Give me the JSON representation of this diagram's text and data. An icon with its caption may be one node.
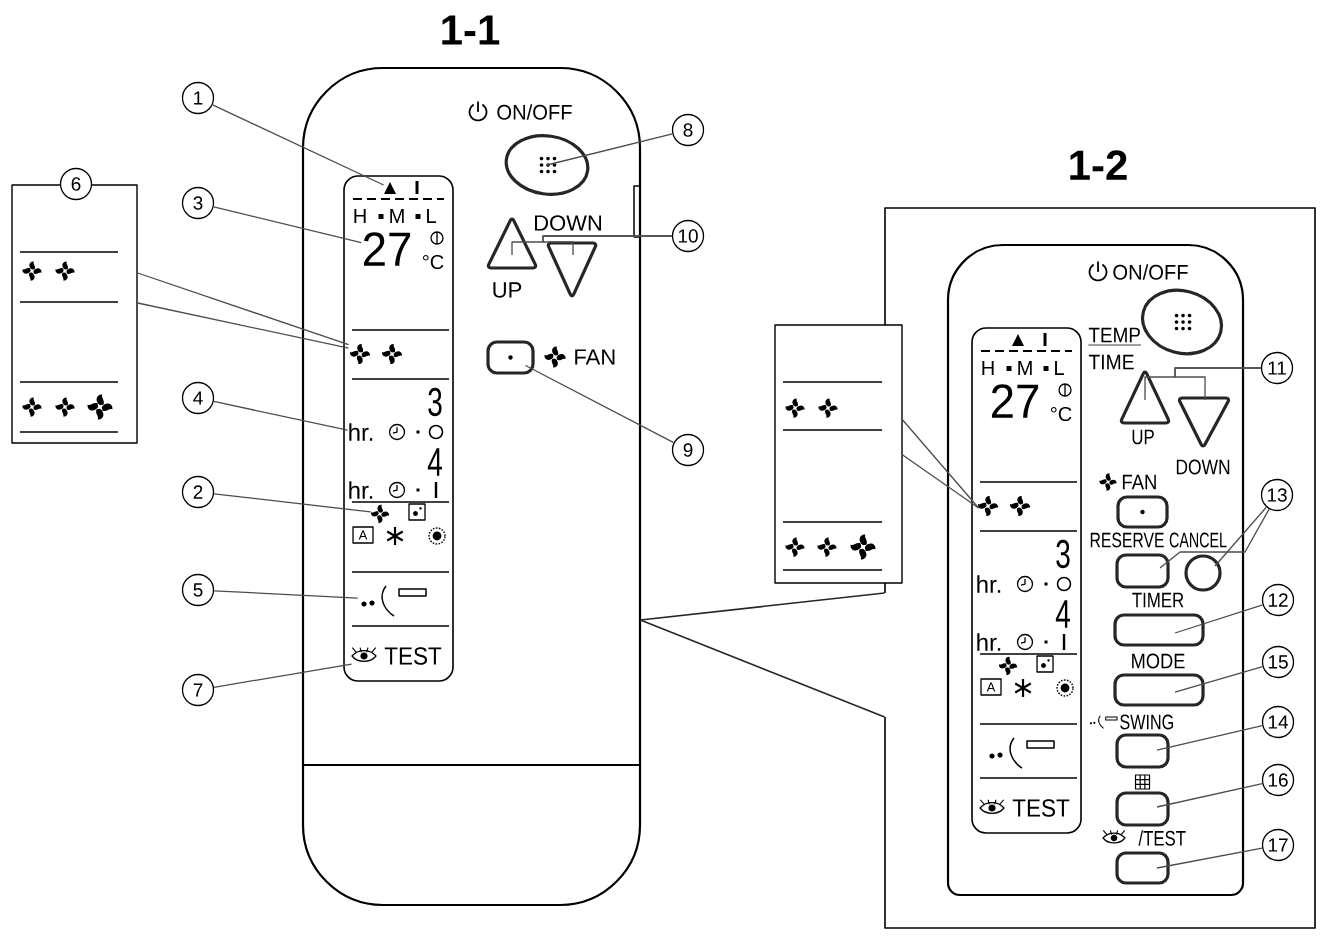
{
  "diagram": {
    "nodes": [
      {
        "text": [],
        "shape": "box"
      },
      {
        "text": [
          "6"
        ]
      },
      {
        "text": [
          "1"
        ]
      },
      {
        "text": [
          "3"
        ]
      },
      {
        "text": [
          "4"
        ]
      },
      {
        "text": [
          "2"
        ]
      },
      {
        "text": [
          "5"
        ]
      },
      {
        "text": [
          "7"
        ]
      },
      {
        "text": [],
        "shape": "box"
      },
      {
        "text": [
          "H",
          "M",
          "L",
          "A"
        ],
        "in": 8
      },
      {
        "text": [],
        "shape": "triangle",
        "in": 9
      },
      {
        "text": [
          "27"
        ],
        "beside": [
          "°C"
        ],
        "in": 9
      },
      {
        "text": [],
        "shape": "picture",
        "in": 9
      },
      {
        "text": [
          "3",
          "hr.",
          "4",
          "hr."
        ],
        "in": 9
      },
      {
        "text": [],
        "shape": "picture",
        "in": 9
      },
      {
        "text": [],
        "shape": "picture",
        "in": 9
      },
      {
        "text": [
          "TEST"
        ],
        "in": 9
      },
      {
        "text": [
          "ON/OFF"
        ],
        "in": 8
      },
      {
        "text": [
          "UP"
        ],
        "in": 8
      },
      {
        "text": [
          "DOWN"
        ],
        "in": 8
      },
      {
        "text": [
          "FAN"
        ],
        "in": 8
      },
      {
        "text": [
          "8"
        ]
      },
      {
        "text": [
          "10"
        ]
      },
      {
        "text": [
          "9"
        ]
      },
      {
        "text": [],
        "shape": "box"
      },
      {
        "text": [],
        "shape": "box"
      },
      {
        "text": [
          "ON/OFF",
          "TEMP",
          "TIME"
        ],
        "in": 24
      },
      {
        "text": [
          "H",
          "M",
          "L",
          "27",
          "°C",
          "3",
          "hr.",
          "4",
          "hr.",
          "A",
          "TEST"
        ],
        "in": 26
      },
      {
        "text": [],
        "shape": "picture",
        "in": 27
      },
      {
        "text": [],
        "shape": "ellipse",
        "in": 26
      },
      {
        "text": [
          "UP"
        ],
        "in": 26
      },
      {
        "text": [
          "DOWN"
        ],
        "in": 26
      },
      {
        "text": [
          "FAN"
        ],
        "in": 26
      },
      {
        "text": [
          "RESERVE"
        ],
        "in": 26
      },
      {
        "text": [
          "CANCEL"
        ],
        "in": 26
      },
      {
        "text": [
          "TIMER"
        ],
        "in": 26
      },
      {
        "text": [
          "MODE"
        ],
        "in": 26
      },
      {
        "text": [
          "SWING"
        ],
        "in": 26
      },
      {
        "text": [],
        "shape": "box",
        "in": 26
      },
      {
        "text": [
          "/TEST"
        ],
        "in": 26
      },
      {
        "text": [
          "11"
        ],
        "in": 24
      },
      {
        "text": [
          "13"
        ],
        "in": 24
      },
      {
        "text": [
          "12"
        ],
        "in": 24
      },
      {
        "text": [
          "15"
        ],
        "in": 24
      },
      {
        "text": [
          "14"
        ],
        "in": 24
      },
      {
        "text": [
          "16"
        ],
        "in": 24
      },
      {
        "text": [
          "17"
        ],
        "in": 24
      }
    ],
    "edges": [
      {
        "from": 2,
        "to": 10,
        "arrow": "none"
      },
      {
        "from": 3,
        "to": 11,
        "arrow": "none"
      },
      {
        "from": 4,
        "to": 13,
        "arrow": "none"
      },
      {
        "from": 5,
        "to": 14,
        "arrow": "none"
      },
      {
        "from": 6,
        "to": 15,
        "arrow": "none"
      },
      {
        "from": 7,
        "to": 16,
        "arrow": "none"
      },
      {
        "from": 0,
        "to": 12,
        "arrow": "none"
      },
      {
        "from": 0,
        "to": 12,
        "arrow": "none"
      },
      {
        "from": 21,
        "to": 17,
        "arrow": "none"
      },
      {
        "from": 22,
        "to": 18,
        "arrow": "none"
      },
      {
        "from": 22,
        "to": 19,
        "arrow": "none"
      },
      {
        "from": 23,
        "to": 20,
        "arrow": "none"
      },
      {
        "from": 8,
        "to": 24,
        "arrow": "none"
      },
      {
        "from": 8,
        "to": 24,
        "arrow": "none"
      },
      {
        "from": 25,
        "to": 28,
        "arrow": "none"
      },
      {
        "from": 25,
        "to": 28,
        "arrow": "none"
      },
      {
        "from": 40,
        "to": 30,
        "arrow": "none"
      },
      {
        "from": 40,
        "to": 31,
        "arrow": "none"
      },
      {
        "from": 41,
        "to": 33,
        "arrow": "none"
      },
      {
        "from": 41,
        "to": 34,
        "arrow": "none"
      },
      {
        "from": 42,
        "to": 35,
        "arrow": "none"
      },
      {
        "from": 43,
        "to": 36,
        "arrow": "none"
      },
      {
        "from": 44,
        "to": 37,
        "arrow": "none"
      },
      {
        "from": 45,
        "to": 38,
        "arrow": "none"
      },
      {
        "from": 46,
        "to": 39,
        "arrow": "none"
      }
    ],
    "labels": [
      "1-1",
      "1-2"
    ]
  }
}
